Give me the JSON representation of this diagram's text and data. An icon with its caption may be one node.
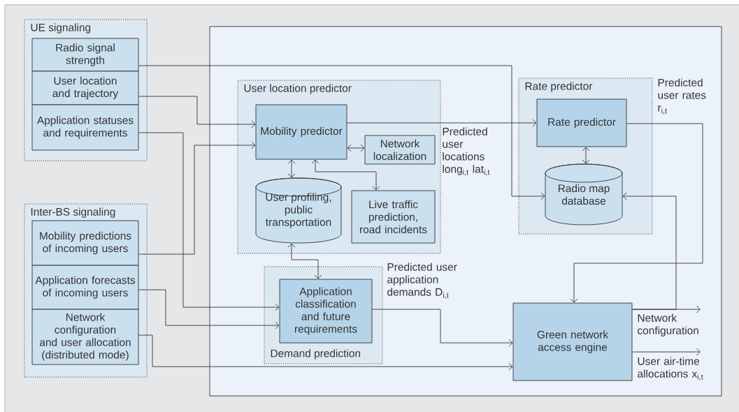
{
  "diagram": {
    "nodes": [
      {
        "text": [
          "UE signaling"
        ]
      },
      {
        "text": [
          "Radio signal strength"
        ],
        "in": 0
      },
      {
        "text": [
          "User location and trajectory"
        ],
        "in": 0
      },
      {
        "text": [
          "Application statuses and requirements"
        ],
        "in": 0
      },
      {
        "text": [
          "Inter-BS signaling"
        ]
      },
      {
        "text": [
          "Mobility predictions of incoming users"
        ],
        "in": 4
      },
      {
        "text": [
          "Application forecasts of incoming users"
        ],
        "in": 4
      },
      {
        "text": [
          "Network configuration and user allocation (distributed mode)"
        ],
        "in": 4
      },
      {
        "text": [],
        "shape": "box"
      },
      {
        "text": [
          "User location predictor"
        ],
        "in": 8
      },
      {
        "text": [
          "Mobility predictor"
        ],
        "in": 9
      },
      {
        "text": [
          "Network localization"
        ],
        "in": 9
      },
      {
        "text": [
          "User profiling, public transportation"
        ],
        "in": 9
      },
      {
        "text": [
          "Live traffic prediction, road incidents"
        ],
        "in": 9
      },
      {
        "text": [
          "Rate predictor"
        ],
        "in": 8
      },
      {
        "text": [
          "Rate predictor"
        ],
        "in": 14
      },
      {
        "text": [
          "Radio map database"
        ],
        "in": 14
      },
      {
        "text": [
          "Demand prediction"
        ],
        "in": 8
      },
      {
        "text": [
          "Application classification and future requirements"
        ],
        "in": 17
      },
      {
        "text": [
          "Green network access engine"
        ],
        "in": 8
      }
    ],
    "edges": [
      {
        "from": 1,
        "to": 16,
        "arrow": "to"
      },
      {
        "from": 2,
        "to": 10,
        "arrow": "to"
      },
      {
        "from": 3,
        "to": 18,
        "arrow": "to"
      },
      {
        "from": 5,
        "to": 10,
        "arrow": "to"
      },
      {
        "from": 6,
        "to": 18,
        "arrow": "to"
      },
      {
        "from": 7,
        "to": 19,
        "arrow": "to"
      },
      {
        "from": 10,
        "to": 11,
        "arrow": "both"
      },
      {
        "from": 10,
        "to": 12,
        "arrow": "both"
      },
      {
        "from": 10,
        "to": 13,
        "arrow": "both"
      },
      {
        "from": 12,
        "to": 18,
        "arrow": "both"
      },
      {
        "from": 10,
        "to": 15,
        "arrow": "to",
        "label": "Predicted user locations long$_{i,t}$ lat$_{i,t}$"
      },
      {
        "from": 15,
        "to": 16,
        "arrow": "both"
      },
      {
        "from": 15,
        "to": 19,
        "arrow": "to",
        "label": "Predicted user rates r$_{i,t}$"
      },
      {
        "from": 19,
        "to": 16,
        "arrow": "to"
      },
      {
        "from": 18,
        "to": 19,
        "arrow": "to",
        "label": "Predicted user application demands D$_{i,t}$"
      },
      {
        "from": 19,
        "to": null,
        "arrow": "to",
        "label": "Network configuration"
      },
      {
        "from": 19,
        "to": null,
        "arrow": "to",
        "label": "User air-time allocations x$_{i,t}$"
      }
    ]
  }
}
